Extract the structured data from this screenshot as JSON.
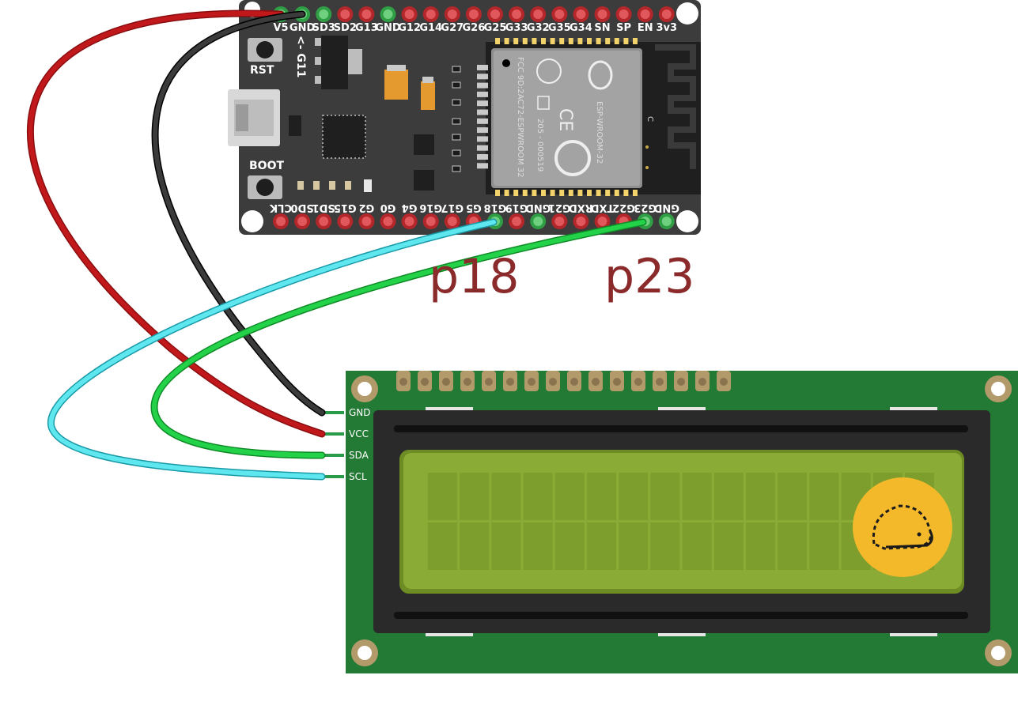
{
  "board": {
    "top_pins": [
      "V5",
      "GND",
      "SD3",
      "SD2",
      "G13",
      "GND",
      "G12",
      "G14",
      "G27",
      "G26",
      "G25",
      "G33",
      "G32",
      "G35",
      "G34",
      "SN",
      "SP",
      "EN",
      "3v3"
    ],
    "top_pin_colors": [
      "green",
      "green",
      "green",
      "red",
      "red",
      "green",
      "red",
      "red",
      "red",
      "red",
      "red",
      "red",
      "red",
      "red",
      "red",
      "red",
      "red",
      "red",
      "red"
    ],
    "bottom_pins": [
      "CLK",
      "SD0",
      "SD1",
      "G15",
      "G2",
      "G0",
      "G4",
      "G16",
      "G17",
      "G5",
      "G18",
      "G19",
      "GND",
      "G21",
      "RXD",
      "TXD",
      "G22",
      "G23",
      "GND"
    ],
    "bottom_pin_colors": [
      "red",
      "red",
      "red",
      "red",
      "red",
      "red",
      "red",
      "red",
      "red",
      "red",
      "green",
      "red",
      "green",
      "red",
      "red",
      "red",
      "red",
      "green",
      "green"
    ],
    "g11_label": "<- G11",
    "rst_label": "RST",
    "boot_label": "BOOT",
    "module_text": [
      "ESP-WROOM-32",
      "FCC 9D:2AC72-ESPWROOM 32",
      "205 - 000519"
    ],
    "antenna_c": "C"
  },
  "annotations": {
    "p18": "p18",
    "p23": "p23"
  },
  "lcd": {
    "pins": [
      "GND",
      "VCC",
      "SDA",
      "SCL"
    ],
    "rows": 2,
    "cols": 16
  },
  "colors": {
    "wire_red": "#c0181b",
    "wire_black": "#222222",
    "wire_cyan": "#34d9e0",
    "wire_green": "#1bbf3a",
    "board": "#3c3c3c",
    "pcb_green": "#237a35",
    "lcd_screen": "#8aab35"
  }
}
